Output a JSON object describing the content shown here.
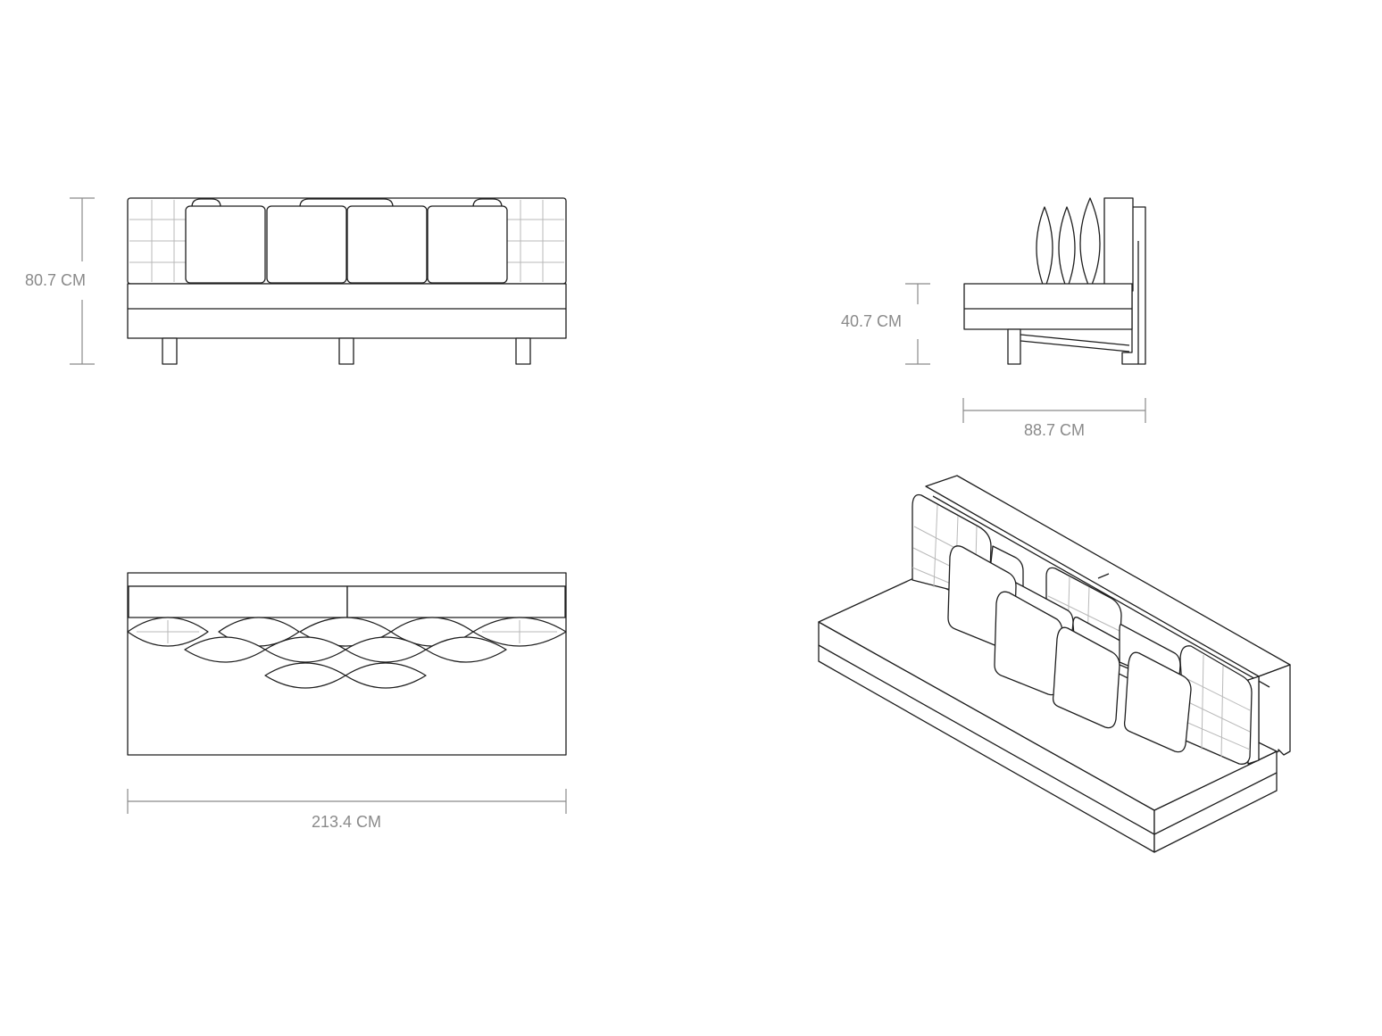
{
  "dimensions": {
    "overall_height": "80.7 CM",
    "seat_height": "40.7 CM",
    "depth": "88.7 CM",
    "width": "213.4 CM"
  },
  "colors": {
    "line": "#1e1e1e",
    "grid": "#b9b9b9",
    "dimension": "#8a8a8a",
    "background": "#ffffff"
  }
}
